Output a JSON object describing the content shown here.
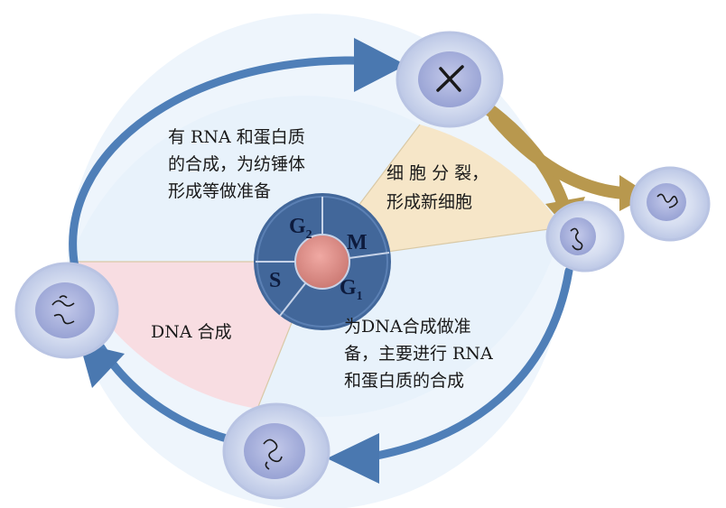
{
  "phases": {
    "g2": {
      "letter": "G",
      "sub": "2",
      "text_lines": [
        "有 RNA 和蛋白质",
        "的合成，为纺锤体",
        "形成等做准备"
      ]
    },
    "m": {
      "letter": "M",
      "text_lines": [
        "细 胞 分 裂，",
        "形成新细胞"
      ]
    },
    "g1": {
      "letter": "G",
      "sub": "1",
      "text_lines": [
        "为DNA合成做准",
        "备，主要进行 RNA",
        "和蛋白质的合成"
      ]
    },
    "s": {
      "letter": "S",
      "text_lines": [
        "DNA  合成"
      ]
    }
  },
  "colors": {
    "cycle_ring": "#4f7fb8",
    "arrow_head": "#4a78b0",
    "g_sectors": "#e8f2fb",
    "m_sector": "#f6e6c8",
    "s_sector": "#f8dde2",
    "center_disk": "#42679a",
    "center_core": "#d98a8a",
    "division_arrow": "#b8984e",
    "cell_fill": "#d6def0",
    "cell_edge": "#b9c4e3",
    "nucleus": "#a4aedb"
  },
  "icons": [
    "chromosome-x-icon",
    "chromatin-icon"
  ]
}
